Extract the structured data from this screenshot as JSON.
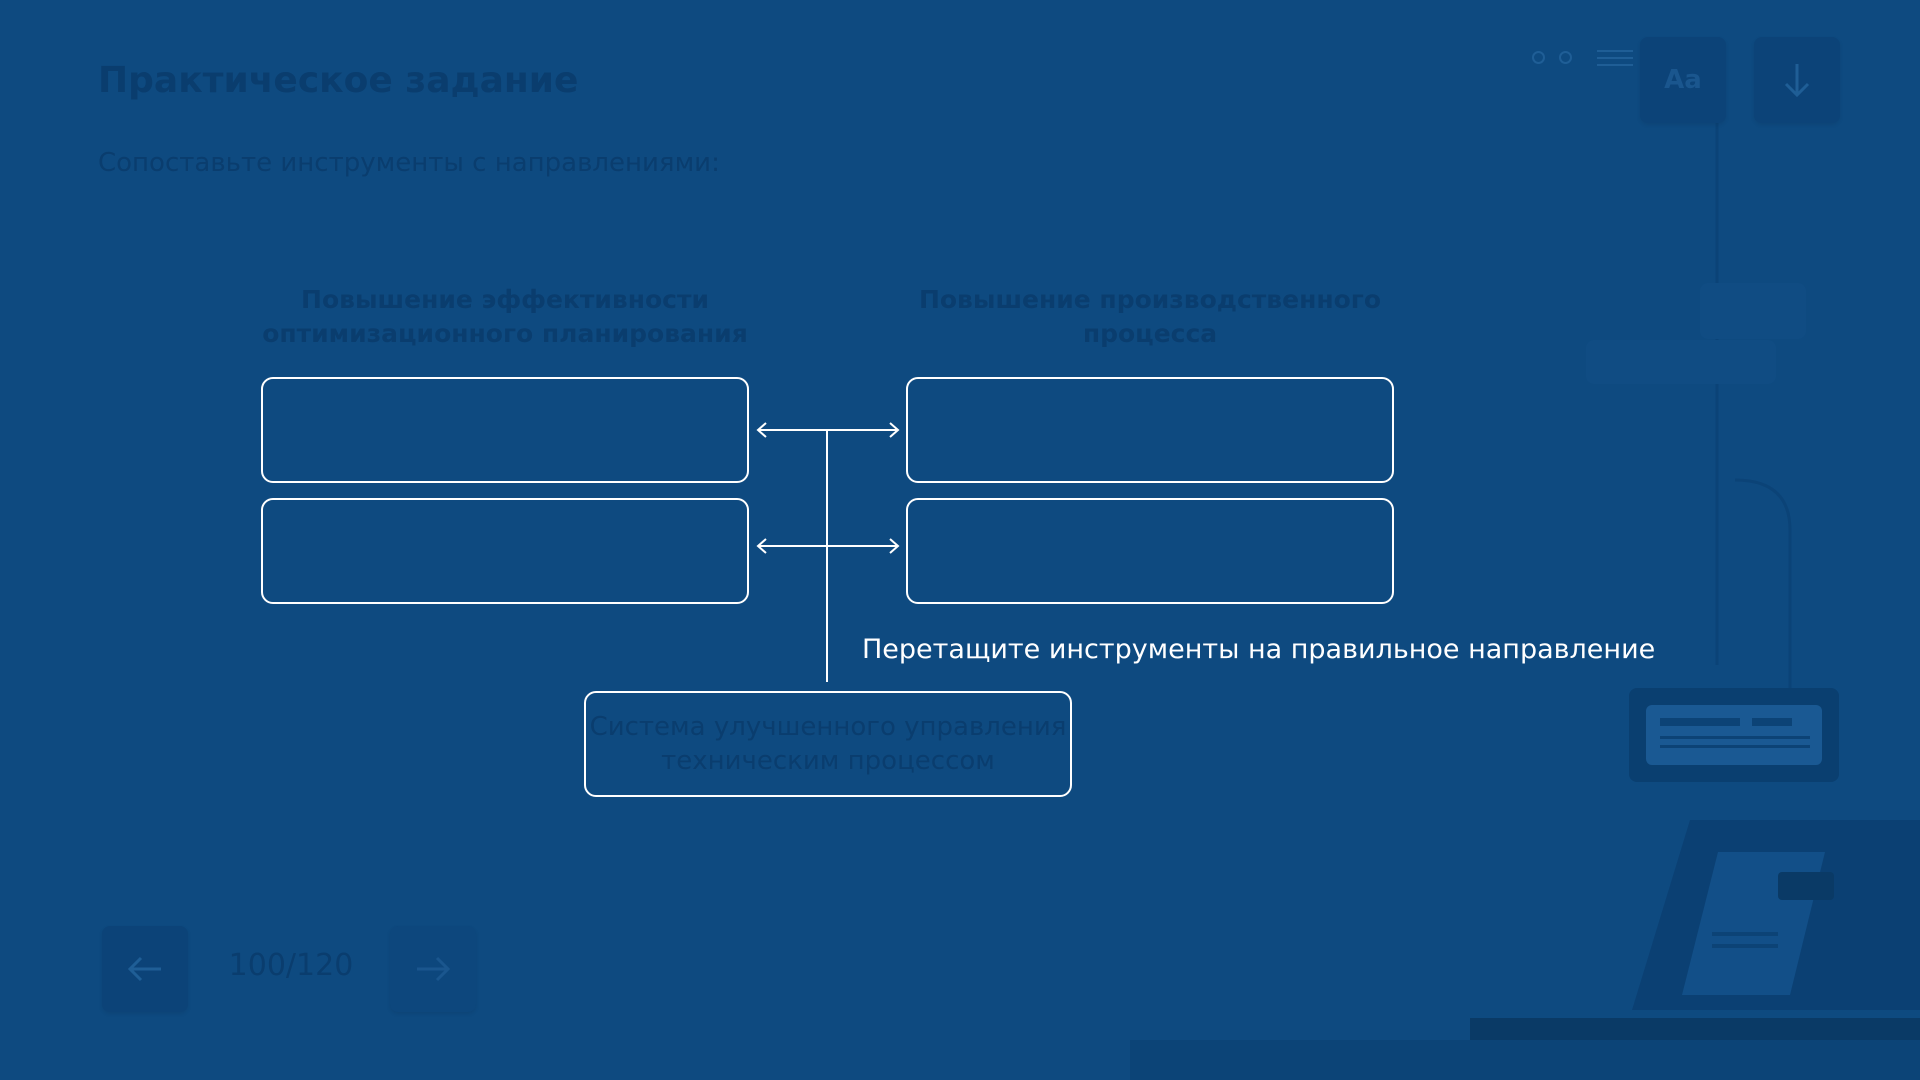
{
  "header": {
    "title": "Практическое задание",
    "subtitle": "Сопоставьте инструменты с направлениями:"
  },
  "toolbar": {
    "font_button_label": "Aa",
    "icons": [
      "circle-icon",
      "circle-icon",
      "menu-icon",
      "arrow-down-icon"
    ]
  },
  "task": {
    "columns": [
      {
        "header": "Повышение эффективности оптимизационного планирования"
      },
      {
        "header": "Повышение производственного процесса"
      }
    ],
    "hint": "Перетащите инструменты на правильное направление",
    "draggable_card": {
      "line1": "Система улучшенного управления",
      "line2": "техническим процессом"
    }
  },
  "navigation": {
    "counter": "100/120",
    "prev_icon": "arrow-left-icon",
    "next_icon": "arrow-right-icon"
  },
  "colors": {
    "background": "#0e4a80",
    "muted_text": "#0a3d6e",
    "outline": "#ffffff"
  }
}
